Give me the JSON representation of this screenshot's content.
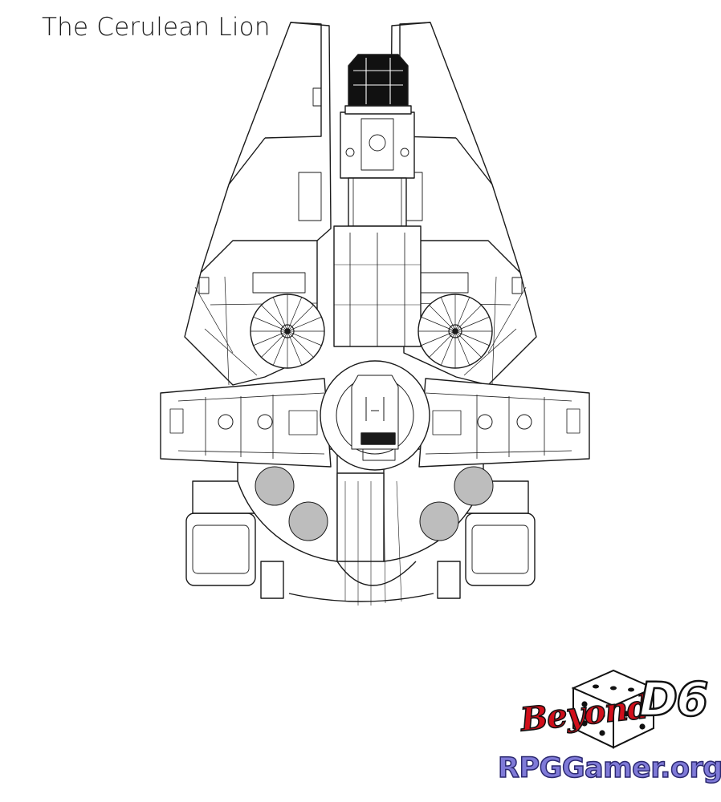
{
  "title": "The Cerulean Lion",
  "logo": {
    "beyond": "Beyond",
    "d6": "D6",
    "site": "RPGGamer.org"
  },
  "colors": {
    "line": "#1a1a1a",
    "fill": "#ffffff",
    "turret": "#bdbdbd",
    "cockpit": "#111111",
    "brand_red": "#d10f1b",
    "brand_purple": "#7f7ad8"
  },
  "icons": [
    "dice-icon"
  ]
}
